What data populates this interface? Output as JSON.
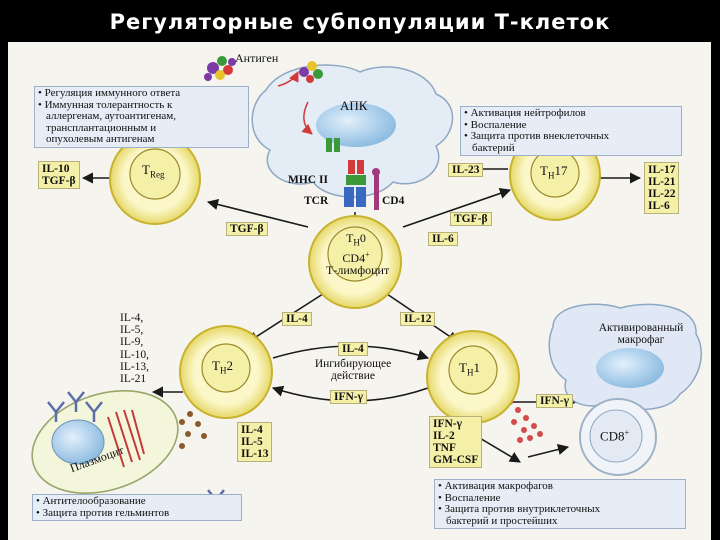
{
  "title": "Регуляторные субпопуляции Т-клеток",
  "colors": {
    "background": "#000000",
    "figure": "#f6f4ef",
    "cell_yellow": "#f4f0a8",
    "cell_border": "#c8b22e",
    "nucleus": "#bcd7ef",
    "arrow": "#1a1a1a",
    "red_arrow": "#d23a3a",
    "dots_red": "#d24a4a",
    "dots_brown": "#8a5a2a"
  },
  "antigen": {
    "label": "Антиген"
  },
  "apc": {
    "label": "АПК"
  },
  "receptors": {
    "mhc": "MHC II",
    "tcr": "TCR",
    "cd4": "CD4"
  },
  "treg_box": {
    "lines": [
      "• Регуляция иммунного ответа",
      "• Иммунная толерантность к",
      "аллергенам, аутоантигенам,",
      "трансплантационным и",
      "опухолевым антигенам"
    ]
  },
  "treg": {
    "t": "T",
    "sub": "Reg",
    "cytokines": [
      "IL-10",
      "TGF-β"
    ]
  },
  "th17_box": {
    "lines": [
      "• Активация нейтрофилов",
      "• Воспаление",
      "• Защита против внеклеточных",
      "бактерий"
    ]
  },
  "th17": {
    "t": "T",
    "sub": "H",
    "num": "17",
    "cytokines": [
      "IL-17",
      "IL-21",
      "IL-22",
      "IL-6"
    ],
    "input": "IL-23"
  },
  "th0": {
    "line1_t": "T",
    "line1_sub": "H",
    "line1_num": "0",
    "line2_main": "CD4",
    "line2_sup": "+",
    "line3": "Т-лимфоцит"
  },
  "arrows": {
    "tgf_left": "TGF-β",
    "tgf_right": "TGF-β",
    "il6": "IL-6",
    "il4": "IL-4",
    "il12": "IL-12",
    "inhibit_il4": "IL-4",
    "inhibit_ifn": "IFN-γ",
    "ifn_to_macro": "IFN-γ"
  },
  "inhibit_text": [
    "Ингибирующее",
    "действие"
  ],
  "th2": {
    "t": "T",
    "sub": "H",
    "num": "2",
    "inputs": [
      "IL-4,",
      "IL-5,",
      "IL-9,",
      "IL-10,",
      "IL-13,",
      "IL-21"
    ],
    "cytokines": [
      "IL-4",
      "IL-5",
      "IL-13"
    ]
  },
  "th1": {
    "t": "T",
    "sub": "H",
    "num": "1",
    "cytokines": [
      "IFN-γ",
      "IL-2",
      "TNF",
      "GM-CSF"
    ]
  },
  "macrophage": {
    "lines": [
      "Активированный",
      "макрофаг"
    ]
  },
  "cd8": {
    "main": "CD8",
    "sup": "+"
  },
  "plasma": {
    "label": "Плазмоцит"
  },
  "th2_box": {
    "lines": [
      "• Антителообразование",
      "• Защита против гельминтов"
    ]
  },
  "th1_box": {
    "lines": [
      "• Активация макрофагов",
      "• Воспаление",
      "• Защита против внутриклеточных",
      "бактерий и простейших"
    ]
  }
}
